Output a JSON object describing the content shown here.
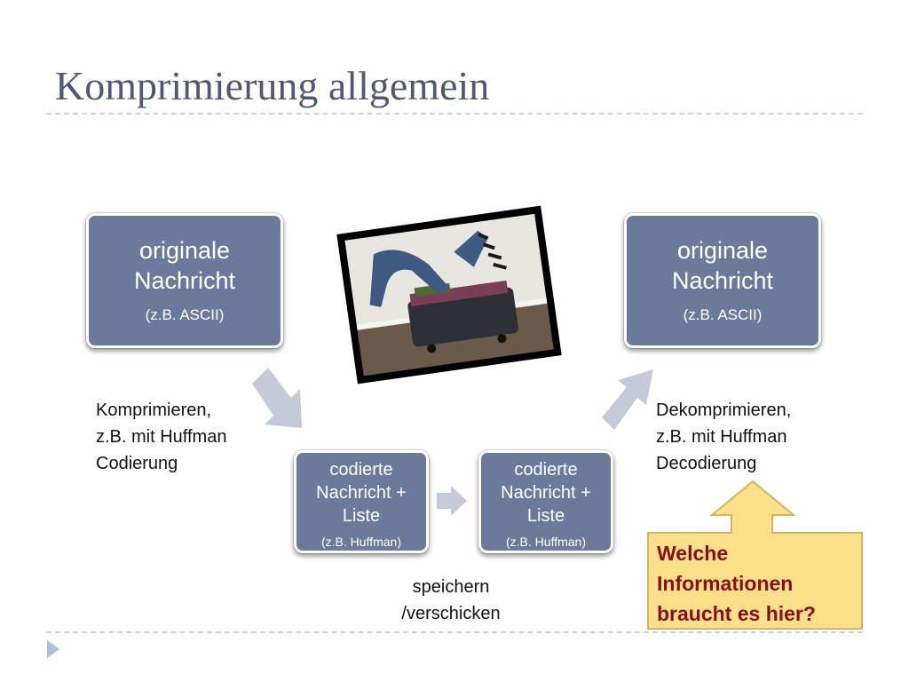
{
  "slide": {
    "title": "Komprimierung allgemein"
  },
  "boxes": {
    "original_left": {
      "main_line1": "originale",
      "main_line2": "Nachricht",
      "sub": "(z.B. ASCII)"
    },
    "original_right": {
      "main_line1": "originale",
      "main_line2": "Nachricht",
      "sub": "(z.B. ASCII)"
    },
    "coded_left": {
      "main_line1": "codierte",
      "main_line2": "Nachricht +",
      "main_line3": "Liste",
      "sub": "(z.B. Huffman)"
    },
    "coded_right": {
      "main_line1": "codierte",
      "main_line2": "Nachricht +",
      "main_line3": "Liste",
      "sub": "(z.B. Huffman)"
    }
  },
  "labels": {
    "compress": {
      "line1": "Komprimieren,",
      "line2": "z.B. mit Huffman",
      "line3": "Codierung"
    },
    "decompress": {
      "line1": "Dekomprimieren,",
      "line2": "z.B. mit Huffman",
      "line3": "Decodierung"
    },
    "store": {
      "line1": "speichern",
      "line2": "/verschicken"
    }
  },
  "callout": {
    "line1": "Welche",
    "line2": "Informationen",
    "line3": "braucht es hier?"
  },
  "colors": {
    "box_fill": "#6b7a9b",
    "arrow_fill": "#c5cad8",
    "callout_fill": "#fbe08a",
    "callout_text": "#8b0d17",
    "title_text": "#4e5a70"
  },
  "icons": {
    "photo": "suitcase-photo",
    "nav": "play-triangle-icon"
  }
}
